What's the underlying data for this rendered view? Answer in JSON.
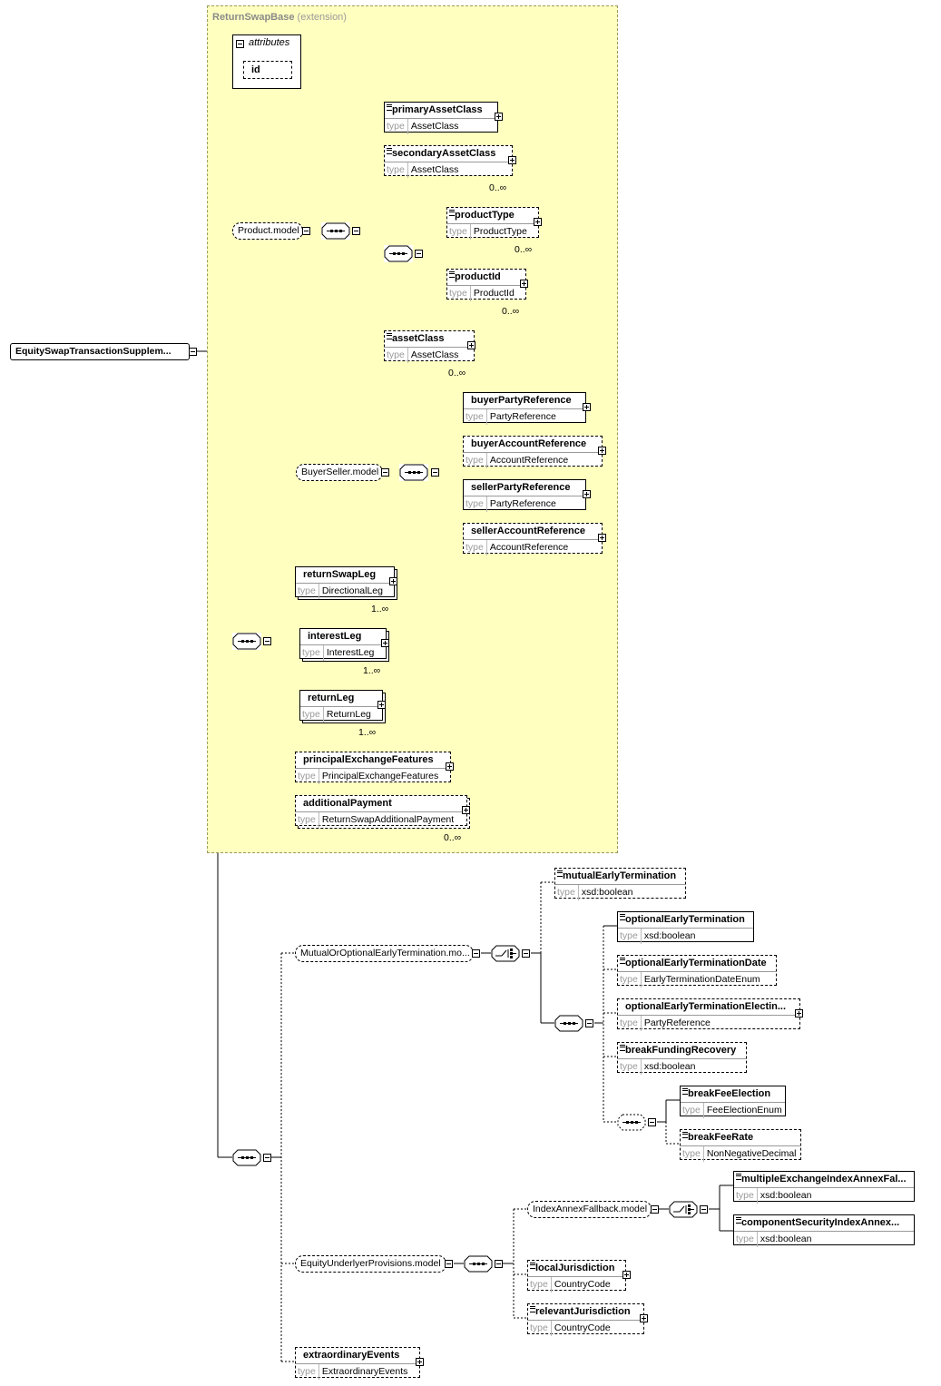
{
  "extension_panel": {
    "title": "ReturnSwapBase",
    "suffix": "(extension)"
  },
  "root": {
    "label": "EquitySwapTransactionSupplem..."
  },
  "attributes": {
    "title": "attributes",
    "id": "id"
  },
  "type_key": "type",
  "groups": {
    "product_model": "Product.model",
    "buyer_seller_model": "BuyerSeller.model",
    "mutual_or_optional": "MutualOrOptionalEarlyTermination.mo...",
    "equity_underlyer": "EquityUnderlyerProvisions.model",
    "index_annex_fallback": "IndexAnnexFallback.model"
  },
  "elements": {
    "primaryAssetClass": {
      "name": "primaryAssetClass",
      "type": "AssetClass"
    },
    "secondaryAssetClass": {
      "name": "secondaryAssetClass",
      "type": "AssetClass",
      "card": "0..∞"
    },
    "productType": {
      "name": "productType",
      "type": "ProductType",
      "card": "0..∞"
    },
    "productId": {
      "name": "productId",
      "type": "ProductId",
      "card": "0..∞"
    },
    "assetClass": {
      "name": "assetClass",
      "type": "AssetClass",
      "card": "0..∞"
    },
    "buyerPartyReference": {
      "name": "buyerPartyReference",
      "type": "PartyReference"
    },
    "buyerAccountReference": {
      "name": "buyerAccountReference",
      "type": "AccountReference"
    },
    "sellerPartyReference": {
      "name": "sellerPartyReference",
      "type": "PartyReference"
    },
    "sellerAccountReference": {
      "name": "sellerAccountReference",
      "type": "AccountReference"
    },
    "returnSwapLeg": {
      "name": "returnSwapLeg",
      "type": "DirectionalLeg",
      "card": "1..∞"
    },
    "interestLeg": {
      "name": "interestLeg",
      "type": "InterestLeg",
      "card": "1..∞"
    },
    "returnLeg": {
      "name": "returnLeg",
      "type": "ReturnLeg",
      "card": "1..∞"
    },
    "principalExchangeFeatures": {
      "name": "principalExchangeFeatures",
      "type": "PrincipalExchangeFeatures"
    },
    "additionalPayment": {
      "name": "additionalPayment",
      "type": "ReturnSwapAdditionalPayment",
      "card": "0..∞"
    },
    "mutualEarlyTermination": {
      "name": "mutualEarlyTermination",
      "type": "xsd:boolean"
    },
    "optionalEarlyTermination": {
      "name": "optionalEarlyTermination",
      "type": "xsd:boolean"
    },
    "optionalEarlyTerminationDate": {
      "name": "optionalEarlyTerminationDate",
      "type": "EarlyTerminationDateEnum"
    },
    "optionalEarlyTerminationElection": {
      "name": "optionalEarlyTerminationElectin...",
      "type": "PartyReference"
    },
    "breakFundingRecovery": {
      "name": "breakFundingRecovery",
      "type": "xsd:boolean"
    },
    "breakFeeElection": {
      "name": "breakFeeElection",
      "type": "FeeElectionEnum"
    },
    "breakFeeRate": {
      "name": "breakFeeRate",
      "type": "NonNegativeDecimal"
    },
    "multipleExchangeIndexAnnexFallback": {
      "name": "multipleExchangeIndexAnnexFal...",
      "type": "xsd:boolean"
    },
    "componentSecurityIndexAnnex": {
      "name": "componentSecurityIndexAnnex...",
      "type": "xsd:boolean"
    },
    "localJurisdiction": {
      "name": "localJurisdiction",
      "type": "CountryCode"
    },
    "relevantJurisdiction": {
      "name": "relevantJurisdiction",
      "type": "CountryCode"
    },
    "extraordinaryEvents": {
      "name": "extraordinaryEvents",
      "type": "ExtraordinaryEvents"
    }
  }
}
